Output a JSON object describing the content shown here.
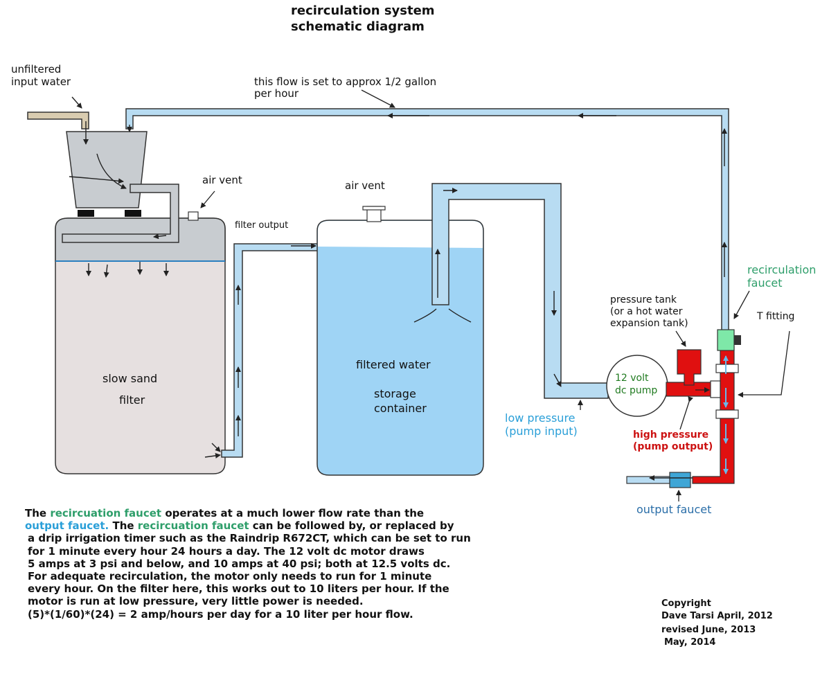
{
  "title": {
    "line1": "recirculation system",
    "line2": "schematic diagram"
  },
  "labels": {
    "input_water": [
      "unfiltered",
      "input water"
    ],
    "flow_note": [
      "this flow is set to approx 1/2 gallon",
      "per hour"
    ],
    "air_vent_1": "air vent",
    "air_vent_2": "air vent",
    "filter_output": "filter output",
    "slow_sand": [
      "slow sand",
      "filter"
    ],
    "storage": [
      "filtered water",
      "storage",
      "container"
    ],
    "recirc_faucet": [
      "recirculation",
      "faucet"
    ],
    "pressure_tank": [
      "pressure tank",
      "(or a hot water",
      "expansion tank)"
    ],
    "t_fitting": "T fitting",
    "pump": [
      "12 volt",
      "dc pump"
    ],
    "low_pressure": [
      "low pressure",
      "(pump input)"
    ],
    "high_pressure": [
      "high pressure",
      "(pump output)"
    ],
    "output_faucet": "output faucet"
  },
  "description": {
    "l1_a": "The ",
    "l1_b": "recircuation faucet",
    "l1_c": " operates at a much lower flow rate than the",
    "l2_a": "output faucet.",
    "l2_b": " The ",
    "l2_c": "recircuation faucet",
    "l2_d": " can be followed by, or replaced by",
    "l3": "a drip irrigation timer such as the Raindrip R672CT, which can be set to run",
    "l4": "for 1 minute every hour 24 hours a day. The 12 volt dc motor draws",
    "l5": "5 amps at 3 psi and below, and 10 amps at 40 psi;  both at 12.5 volts dc.",
    "l6": "For adequate recirculation, the motor only needs to run for 1 minute",
    "l7": "every hour. On the filter here, this works out to 10 liters per hour. If the",
    "l8": "motor is run at low pressure, very little power is needed.",
    "l9": "(5)*(1/60)*(24) = 2 amp/hours per day for a 10 liter per hour flow."
  },
  "copyright": [
    "Copyright",
    "Dave Tarsi April, 2012",
    "revised June, 2013",
    "May, 2014"
  ],
  "colors": {
    "pipe_blue": "#b8dcf2",
    "water_blue": "#9fd4f5",
    "sand": "#e6e0e0",
    "tank_grey": "#c8ccd0",
    "red": "#e01010",
    "green_faucet": "#7ee8a8",
    "blue_faucet": "#3fa6d6"
  }
}
